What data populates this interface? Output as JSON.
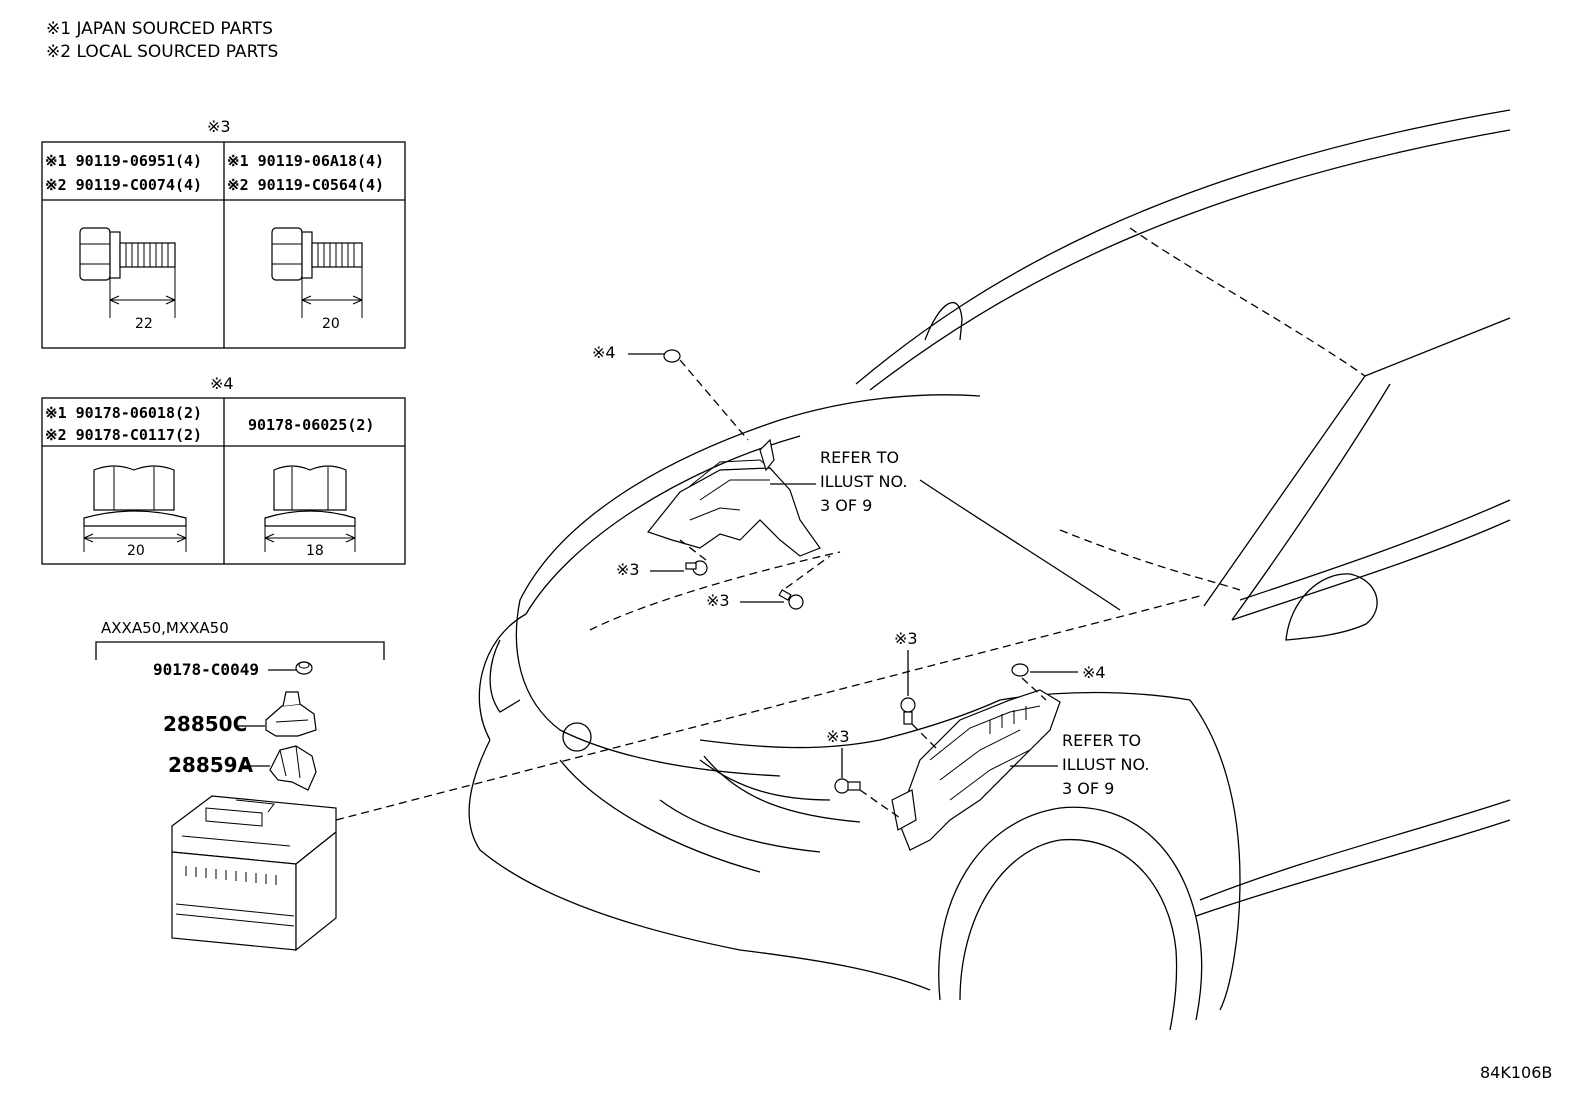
{
  "notes": {
    "line1": "※1 JAPAN SOURCED PARTS",
    "line2": "※2 LOCAL SOURCED PARTS"
  },
  "bolt_table": {
    "title": "※3",
    "col1_line1": "※1 90119-06951(4)",
    "col1_line2": "※2 90119-C0074(4)",
    "col1_dim": "22",
    "col2_line1": "※1 90119-06A18(4)",
    "col2_line2": "※2 90119-C0564(4)",
    "col2_dim": "20"
  },
  "nut_table": {
    "title": "※4",
    "col1_line1": "※1 90178-06018(2)",
    "col1_line2": "※2 90178-C0117(2)",
    "col1_dim": "20",
    "col2_line1": "90178-06025(2)",
    "col2_dim": "18"
  },
  "battery_group": {
    "model_label": "AXXA50,MXXA50",
    "nut_part": "90178-C0049",
    "clamp_part": "28850C",
    "bracket_part": "28859A"
  },
  "callouts": {
    "upper_nut": "※4",
    "upper_bolt_a": "※3",
    "upper_bolt_b": "※3",
    "lower_bolt_top": "※3",
    "lower_bolt_left": "※3",
    "lower_nut": "※4",
    "refer_upper": [
      "REFER TO",
      "ILLUST NO.",
      "3 OF 9"
    ],
    "refer_lower": [
      "REFER TO",
      "ILLUST NO.",
      "3 OF 9"
    ]
  },
  "figure_code": "84K106B"
}
